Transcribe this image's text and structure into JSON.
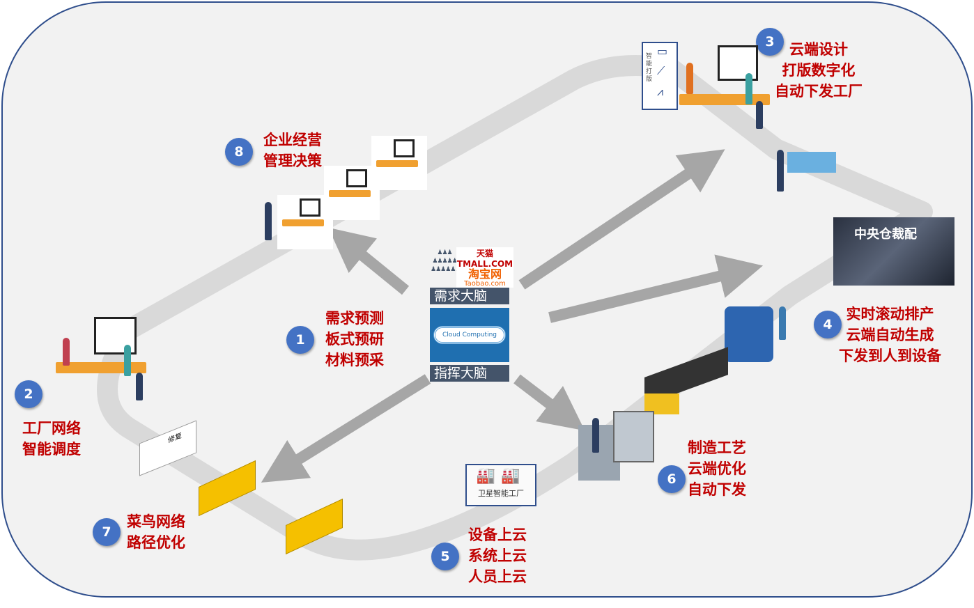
{
  "center": {
    "brand_tmall": "天猫TMALL.COM",
    "brand_taobao": "淘宝网",
    "brand_taobao_url": "Taobao.com",
    "demand_brain": "需求大脑",
    "cloud_text": "Cloud Computing",
    "command_brain": "指挥大脑"
  },
  "steps": [
    {
      "number": "1",
      "lines": [
        "需求预测",
        "板式预研",
        "材料预采"
      ]
    },
    {
      "number": "2",
      "lines": [
        "工厂网络",
        "智能调度"
      ]
    },
    {
      "number": "3",
      "lines": [
        "云端设计",
        "打版数字化",
        "自动下发工厂"
      ]
    },
    {
      "number": "4",
      "lines": [
        "实时滚动排产",
        "云端自动生成",
        "下发到人到设备"
      ]
    },
    {
      "number": "5",
      "lines": [
        "设备上云",
        "系统上云",
        "人员上云"
      ]
    },
    {
      "number": "6",
      "lines": [
        "制造工艺",
        "云端优化",
        "自动下发"
      ]
    },
    {
      "number": "7",
      "lines": [
        "菜鸟网络",
        "路径优化"
      ]
    },
    {
      "number": "8",
      "lines": [
        "企业经营",
        "管理决策"
      ]
    }
  ],
  "warehouse": {
    "title": "中央仓裁配"
  },
  "satellite_factory": {
    "label": "卫星智能工厂"
  },
  "pattern_panel": {
    "label": "智能打版"
  },
  "van_label": "修复",
  "colors": {
    "accent_blue": "#4472c4",
    "label_red": "#c00000",
    "frame": "#2f4e8c",
    "road": "#d9d9d9",
    "arrow": "#a6a6a6"
  }
}
